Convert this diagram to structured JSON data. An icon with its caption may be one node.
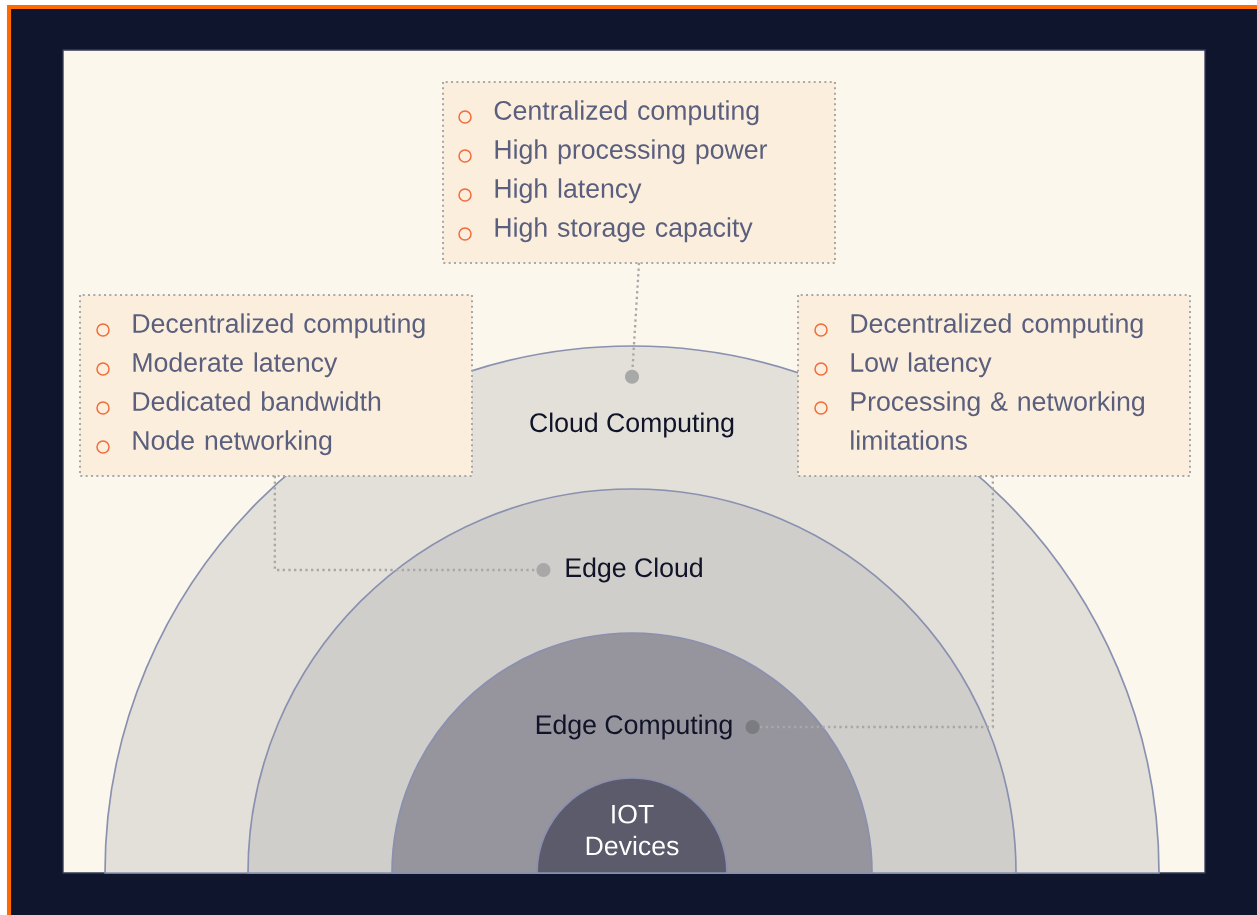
{
  "diagram": {
    "nodes": [
      {
        "text": [
          "Cloud Computing"
        ]
      },
      {
        "text": [
          "Edge Cloud"
        ],
        "in": 0
      },
      {
        "text": [
          "Edge Computing"
        ],
        "in": 1
      },
      {
        "text": [
          "IOT Devices"
        ],
        "in": 2
      },
      {
        "text": [
          "Centralized computing",
          "High processing power",
          "High latency",
          "High storage capacity"
        ]
      },
      {
        "text": [
          "Decentralized computing",
          "Moderate latency",
          "Dedicated bandwidth",
          "Node networking"
        ]
      },
      {
        "text": [
          "Decentralized computing",
          "Low latency",
          "Processing & networking limitations"
        ]
      }
    ],
    "edges": [
      {
        "from": 4,
        "to": 0,
        "arrow": "other"
      },
      {
        "from": 5,
        "to": 1,
        "arrow": "other"
      },
      {
        "from": 6,
        "to": 2,
        "arrow": "other"
      }
    ]
  }
}
